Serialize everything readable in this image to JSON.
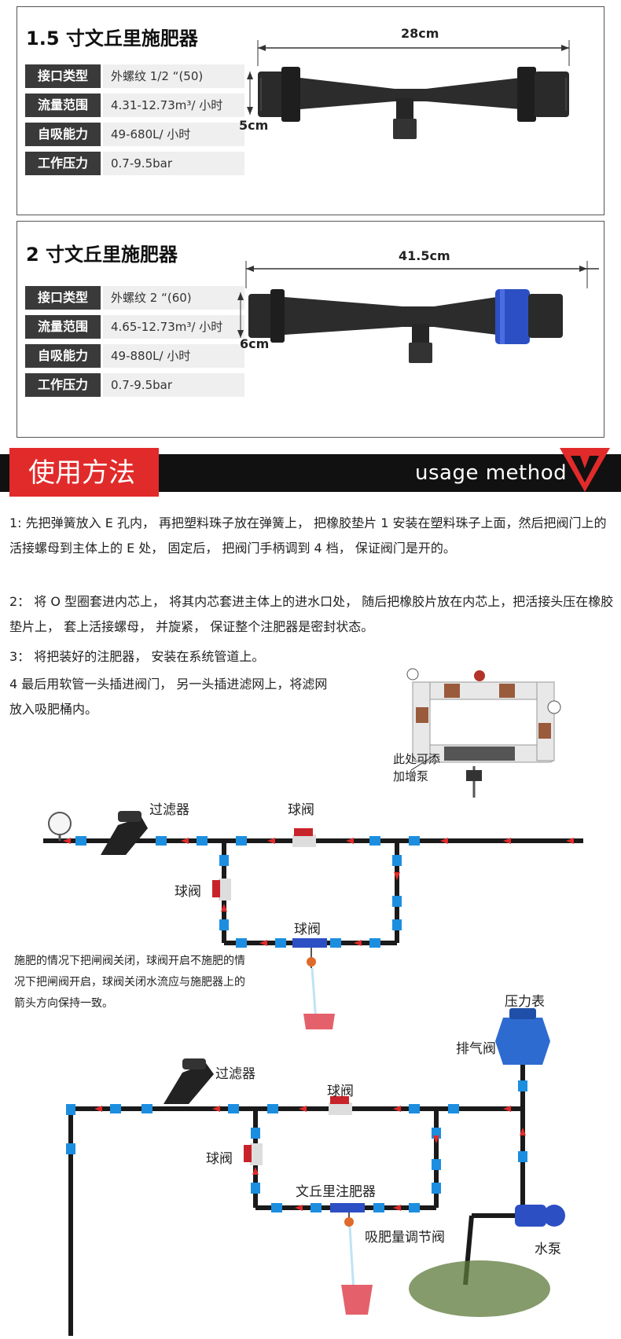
{
  "product1": {
    "title": "1.5 寸文丘里施肥器",
    "length": "28cm",
    "height": "5cm",
    "specs": [
      {
        "key": "接口类型",
        "value": "外螺纹 1/2 “(50)"
      },
      {
        "key": "流量范围",
        "value": "4.31-12.73m³/ 小时"
      },
      {
        "key": "自吸能力",
        "value": "49-680L/ 小时"
      },
      {
        "key": "工作压力",
        "value": "0.7-9.5bar"
      }
    ]
  },
  "product2": {
    "title": "2 寸文丘里施肥器",
    "length": "41.5cm",
    "height": "6cm",
    "specs": [
      {
        "key": "接口类型",
        "value": "外螺纹 2 “(60)"
      },
      {
        "key": "流量范围",
        "value": "4.65-12.73m³/ 小时"
      },
      {
        "key": "自吸能力",
        "value": "49-880L/ 小时"
      },
      {
        "key": "工作压力",
        "value": "0.7-9.5bar"
      }
    ]
  },
  "usage": {
    "title": "使用方法",
    "title_en": "usage method",
    "steps": [
      "1: 先把弹簧放入 E 孔内， 再把塑料珠子放在弹簧上， 把橡胶垫片 1 安装在塑料珠子上面，然后把阀门上的活接螺母到主体上的 E 处， 固定后， 把阀门手柄调到 4 档， 保证阀门是开的。",
      "2： 将 O 型圈套进内芯上， 将其内芯套进主体上的进水口处， 随后把橡胶片放在内芯上，把活接头压在橡胶垫片上， 套上活接螺母， 并旋紧， 保证整个注肥器是密封状态。",
      "3： 将把装好的注肥器， 安装在系统管道上。",
      "4 最后用软管一头插进阀门， 另一头插进滤网上，将滤网放入吸肥桶内。"
    ]
  },
  "diagram1": {
    "pump_note": "此处可添加增泵",
    "filter": "过滤器",
    "valve_top": "球阀",
    "valve_left": "球阀",
    "valve_bottom": "球阀",
    "note": "施肥的情况下把闸阀关闭，球阀开启不施肥的情况下把闸阀开启，球阀关闭水流应与施肥器上的箭头方向保持一致。"
  },
  "diagram2": {
    "pressure_gauge": "压力表",
    "air_valve": "排气阀",
    "filter": "过滤器",
    "valve_top": "球阀",
    "valve_left": "球阀",
    "injector": "文丘里注肥器",
    "regulator": "吸肥量调节阀",
    "pump": "水泵"
  },
  "colors": {
    "accent_red": "#e12b2b",
    "pipe_blue": "#1c8ee0",
    "banner": "#111111"
  }
}
